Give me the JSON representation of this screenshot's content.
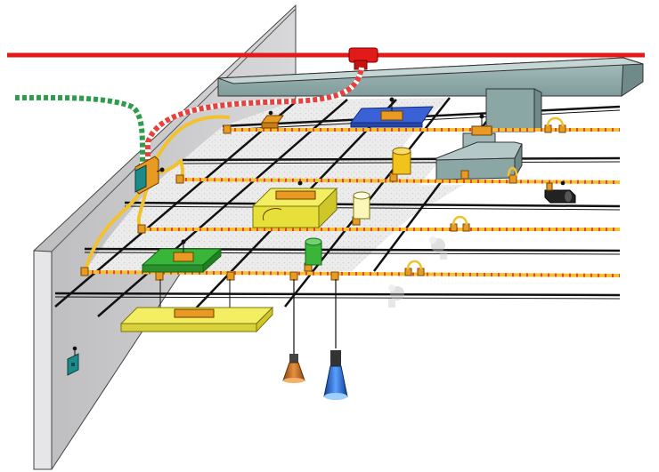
{
  "diagram": {
    "kind": "isometric ceiling grid electrical installation",
    "labels": [],
    "colors": {
      "supply_cable": "#e21a1a",
      "supply_cable_striped": "#e8403a",
      "green_cable": "#2e9c4a",
      "wall": "#c9c9cb",
      "wall_top": "#eeeeee",
      "duct": "#8aa6a5",
      "tile": "#ebebeb",
      "bus_cable": "#f2c12e",
      "connector": "#e99a22",
      "box_blue": "#3a62d6",
      "box_green": "#39b53a",
      "box_yellow": "#f4ef62",
      "cylinder_yellow": "#f2c31a",
      "cylinder_green": "#39b53a",
      "cylinder_light": "#fbf7b8",
      "lamp_orange": "#c26a18",
      "lamp_blue": "#1c5cc2",
      "teal_device": "#1d8a8a"
    },
    "components": [
      {
        "name": "wall"
      },
      {
        "name": "mains-supply-cable"
      },
      {
        "name": "control-cable"
      },
      {
        "name": "cable-duct"
      },
      {
        "name": "ceiling-grid"
      },
      {
        "name": "bus-cables"
      },
      {
        "name": "distribution-box"
      },
      {
        "name": "blue-device"
      },
      {
        "name": "green-device"
      },
      {
        "name": "yellow-light-panels"
      },
      {
        "name": "cylinders"
      },
      {
        "name": "pendant-lamps"
      },
      {
        "name": "spot-lights"
      },
      {
        "name": "wall-socket"
      }
    ]
  }
}
